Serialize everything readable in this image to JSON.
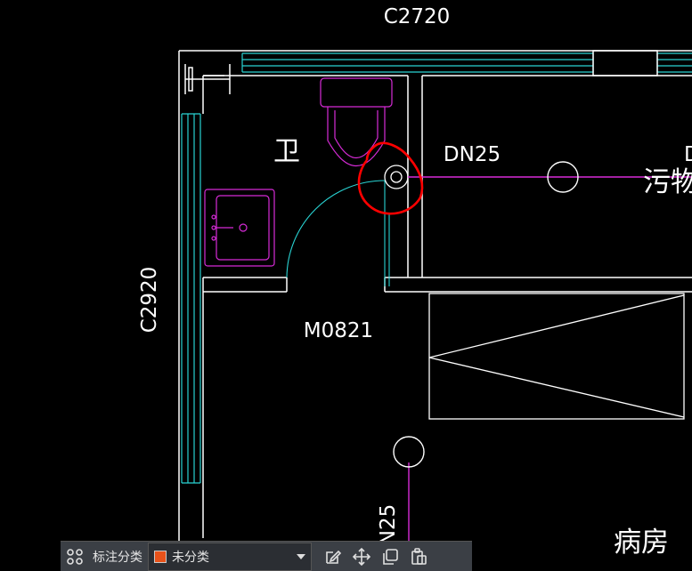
{
  "drawing": {
    "labels": {
      "window_top": "C2720",
      "window_left": "C2920",
      "door": "M0821",
      "pipe_horizontal": "DN25",
      "pipe_vertical": "N25",
      "room_bathroom": "卫",
      "room_dirty": "污物",
      "room_ward": "病房",
      "edge_cut_letter": "D"
    }
  },
  "toolbar": {
    "category_label": "标注分类",
    "category_value": "未分类",
    "category_color": "#e8521a",
    "icons": [
      "grid-icon",
      "edit-icon",
      "move-icon",
      "copy-icon",
      "paste-icon"
    ]
  },
  "colors": {
    "background": "#000000",
    "wall": "#ffffff",
    "window": "#29d3d3",
    "fixture": "#d72bd7",
    "markup": "#ff0000"
  }
}
